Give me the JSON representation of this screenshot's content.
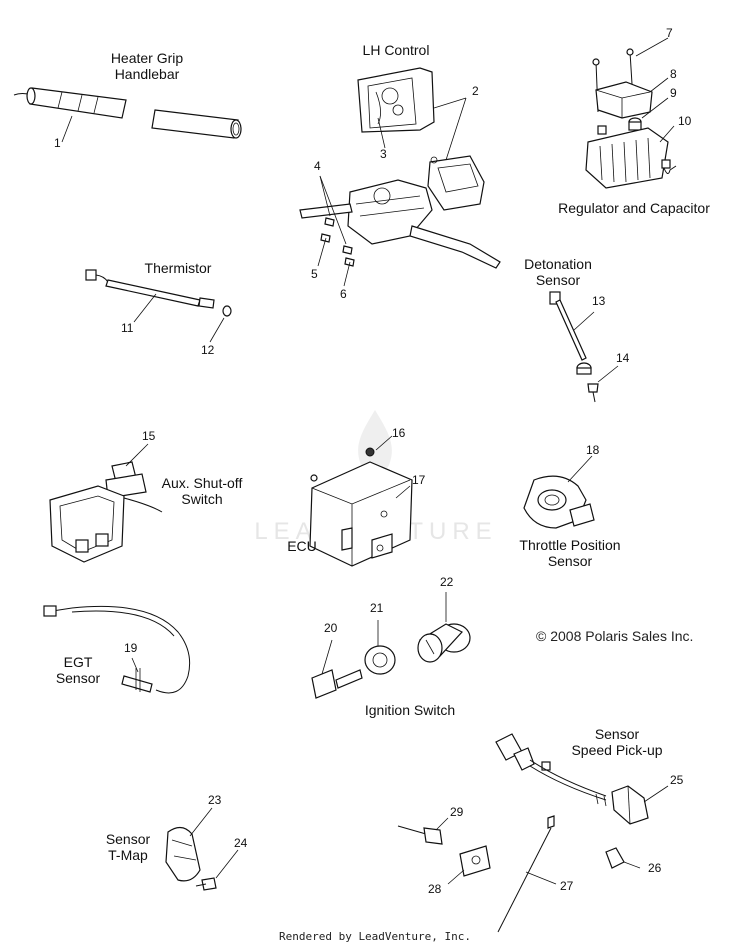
{
  "labels": {
    "heater_grip": "Heater Grip\nHandlebar",
    "lh_control": "LH Control",
    "regulator": "Regulator and Capacitor",
    "thermistor": "Thermistor",
    "detonation": "Detonation\nSensor",
    "aux_shutoff": "Aux. Shut-off\nSwitch",
    "ecu": "ECU",
    "throttle": "Throttle Position\nSensor",
    "egt": "EGT\nSensor",
    "ignition": "Ignition Switch",
    "speed_pickup": "Sensor\nSpeed Pick-up",
    "tmap": "Sensor\nT-Map"
  },
  "callouts": [
    "1",
    "2",
    "3",
    "4",
    "5",
    "6",
    "7",
    "8",
    "9",
    "10",
    "11",
    "12",
    "13",
    "14",
    "15",
    "16",
    "17",
    "18",
    "19",
    "20",
    "21",
    "22",
    "23",
    "24",
    "25",
    "26",
    "27",
    "28",
    "29"
  ],
  "watermark": "LEADVENTURE",
  "copyright": "© 2008 Polaris Sales Inc.",
  "footer": "Rendered by LeadVenture, Inc."
}
